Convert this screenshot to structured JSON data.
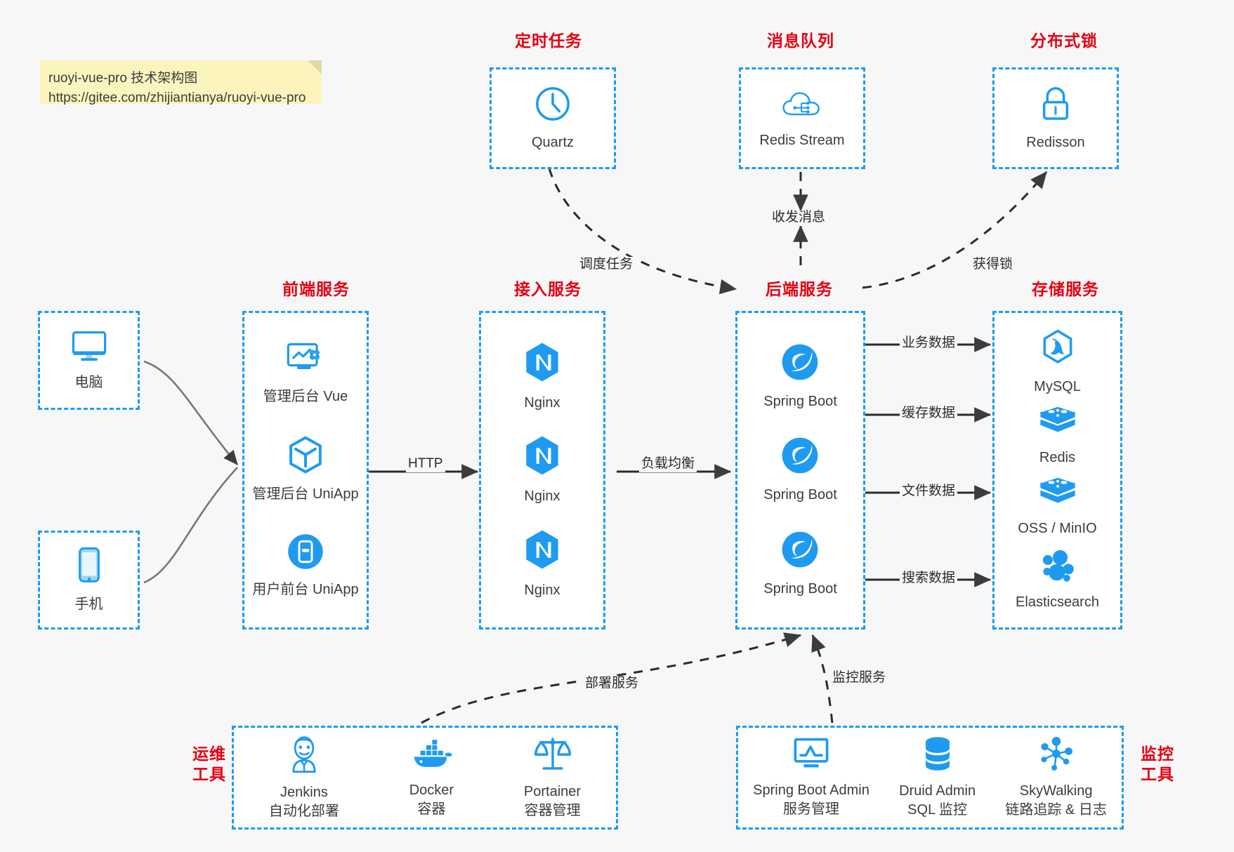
{
  "note": {
    "line1": "ruoyi-vue-pro 技术架构图",
    "line2": "https://gitee.com/zhijiantianya/ruoyi-vue-pro"
  },
  "captions": {
    "scheduled_task": "定时任务",
    "message_queue": "消息队列",
    "distributed_lock": "分布式锁",
    "frontend_service": "前端服务",
    "access_service": "接入服务",
    "backend_service": "后端服务",
    "storage_service": "存储服务",
    "devops_tools_line1": "运维",
    "devops_tools_line2": "工具",
    "monitor_tools_line1": "监控",
    "monitor_tools_line2": "工具"
  },
  "clients": {
    "computer": "电脑",
    "phone": "手机"
  },
  "scheduled_task": {
    "items": [
      {
        "label": "Quartz"
      }
    ]
  },
  "message_queue": {
    "items": [
      {
        "label": "Redis Stream"
      }
    ]
  },
  "distributed_lock": {
    "items": [
      {
        "label": "Redisson"
      }
    ]
  },
  "frontend_service": {
    "items": [
      {
        "label": "管理后台 Vue"
      },
      {
        "label": "管理后台 UniApp"
      },
      {
        "label": "用户前台 UniApp"
      }
    ]
  },
  "access_service": {
    "items": [
      {
        "label": "Nginx"
      },
      {
        "label": "Nginx"
      },
      {
        "label": "Nginx"
      }
    ]
  },
  "backend_service": {
    "items": [
      {
        "label": "Spring Boot"
      },
      {
        "label": "Spring Boot"
      },
      {
        "label": "Spring Boot"
      }
    ]
  },
  "storage_service": {
    "items": [
      {
        "label": "MySQL"
      },
      {
        "label": "Redis"
      },
      {
        "label": "OSS / MinIO"
      },
      {
        "label": "Elasticsearch"
      }
    ]
  },
  "devops_tools": {
    "items": [
      {
        "label": "Jenkins",
        "sub": "自动化部署"
      },
      {
        "label": "Docker",
        "sub": "容器"
      },
      {
        "label": "Portainer",
        "sub": "容器管理"
      }
    ]
  },
  "monitor_tools": {
    "items": [
      {
        "label": "Spring Boot Admin",
        "sub": "服务管理"
      },
      {
        "label": "Druid Admin",
        "sub": "SQL 监控"
      },
      {
        "label": "SkyWalking",
        "sub": "链路追踪 & 日志"
      }
    ]
  },
  "edges": {
    "schedule_task": "调度任务",
    "send_receive_message": "收发消息",
    "acquire_lock": "获得锁",
    "http": "HTTP",
    "load_balance": "负载均衡",
    "business_data": "业务数据",
    "cache_data": "缓存数据",
    "file_data": "文件数据",
    "search_data": "搜索数据",
    "deploy_service": "部署服务",
    "monitor_service": "监控服务"
  },
  "colors": {
    "accent_blue": "#1e9bf0",
    "caption_red": "#e60012",
    "wire_gray": "#3c3c3c",
    "background": "#f7f7f7",
    "note_yellow": "#fbf4bd"
  }
}
